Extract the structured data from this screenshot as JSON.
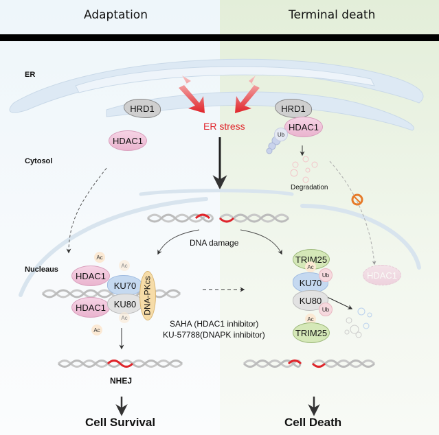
{
  "headers": {
    "left": "Adaptation",
    "right": "Terminal death"
  },
  "compartments": {
    "er": "ER",
    "cytosol": "Cytosol",
    "nucleus": "Nucleaus"
  },
  "er_stress": "ER stress",
  "proteins": {
    "hrd1": "HRD1",
    "hdac1": "HDAC1",
    "ku70": "KU70",
    "ku80": "KU80",
    "dnapkcs": "DNA-PKcs",
    "trim25": "TRIM25",
    "ub": "Ub",
    "ac": "Ac"
  },
  "degradation": "Degradation",
  "dna_damage": "DNA  damage",
  "inhibitors": [
    "SAHA (HDAC1 inhibitor)",
    "KU-57788(DNAPK inhibitor)"
  ],
  "nhej": "NHEJ",
  "outcomes": {
    "survival": "Cell Survival",
    "death": "Cell Death"
  },
  "colors": {
    "er_stress": "#e0242a",
    "hdac1": "#f2c6dc",
    "trim25": "#d5e8b8",
    "dnapkcs": "#f6dca8",
    "ku70": "#b9d1ee",
    "ku80": "#dcdcdc",
    "inhibit": "#e67a2a"
  }
}
